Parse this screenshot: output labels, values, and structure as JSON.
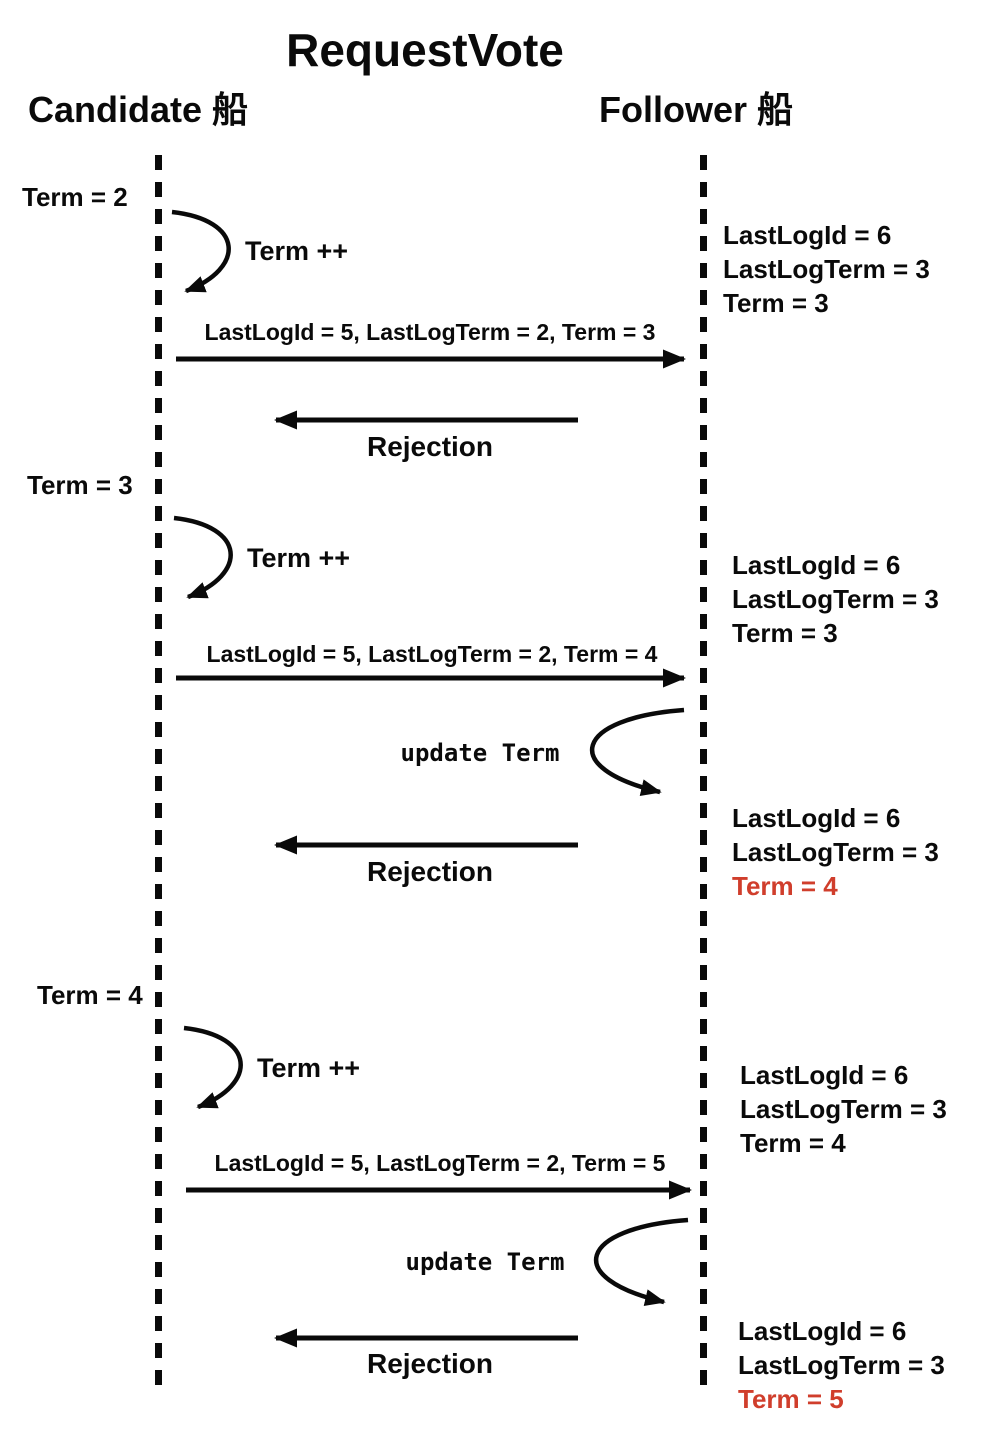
{
  "title": "RequestVote",
  "actors": {
    "candidate": "Candidate 船",
    "follower": "Follower 船"
  },
  "colors": {
    "ink": "#0a0a0a",
    "highlight": "#d03e2c"
  },
  "candidate": {
    "terms": [
      "Term = 2",
      "Term = 3",
      "Term = 4"
    ],
    "increment_label": "Term ++"
  },
  "follower_actions": {
    "update_label": "update Term"
  },
  "messages": {
    "requests": [
      "LastLogId = 5, LastLogTerm = 2, Term = 3",
      "LastLogId = 5, LastLogTerm = 2, Term = 4",
      "LastLogId = 5, LastLogTerm = 2, Term = 5"
    ],
    "rejection": "Rejection"
  },
  "follower_states": [
    {
      "lines": [
        "LastLogId = 6",
        "LastLogTerm = 3",
        "Term = 3"
      ]
    },
    {
      "lines": [
        "LastLogId = 6",
        "LastLogTerm = 3",
        "Term = 3"
      ]
    },
    {
      "lines": [
        "LastLogId = 6",
        "LastLogTerm = 3",
        "Term = 4"
      ],
      "highlight_last": true
    },
    {
      "lines": [
        "LastLogId = 6",
        "LastLogTerm = 3",
        "Term = 4"
      ]
    },
    {
      "lines": [
        "LastLogId = 6",
        "LastLogTerm = 3",
        "Term = 5"
      ],
      "highlight_last": true
    }
  ]
}
